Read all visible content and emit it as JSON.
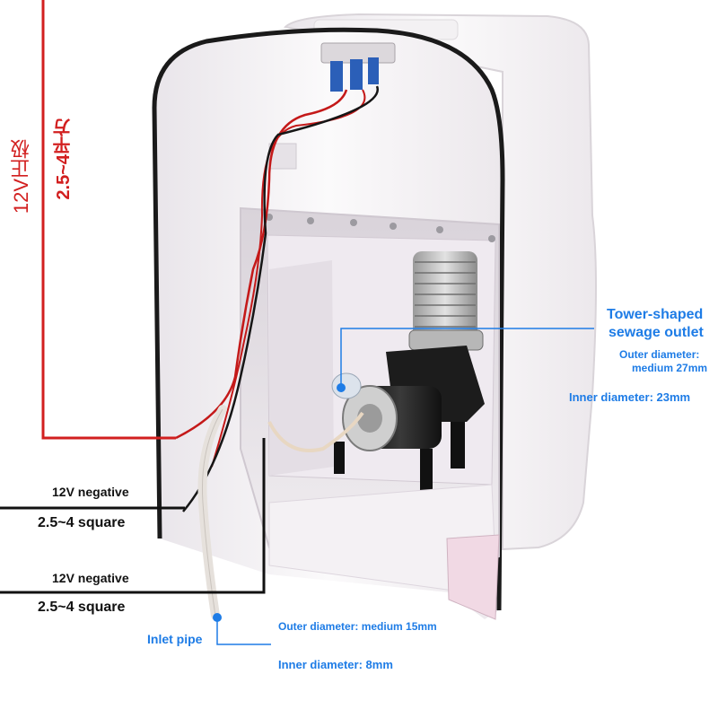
{
  "colors": {
    "positive_wire": "#d21f1f",
    "negative_wire": "#111111",
    "callout_blue": "#1e7ce6",
    "body_white": "#f6f4f6",
    "seal_black": "#1a1a1a"
  },
  "labels": {
    "positive_title": "12V正极",
    "positive_size": "2.5~4平方",
    "negative_1_title": "12V negative",
    "negative_1_size": "2.5~4 square",
    "negative_2_title": "12V negative",
    "negative_2_size": "2.5~4 square",
    "outlet_title_line1": "Tower-shaped",
    "outlet_title_line2": "sewage outlet",
    "outlet_outer_line1": "Outer diameter:",
    "outlet_outer_line2": "medium 27mm",
    "outlet_inner": "Inner diameter: 23mm",
    "inlet_title": "Inlet pipe",
    "inlet_outer": "Outer diameter: medium 15mm",
    "inlet_inner": "Inner diameter: 8mm"
  },
  "icons": {
    "outlet_marker": "dot-marker-icon",
    "inlet_marker": "dot-marker-icon"
  }
}
